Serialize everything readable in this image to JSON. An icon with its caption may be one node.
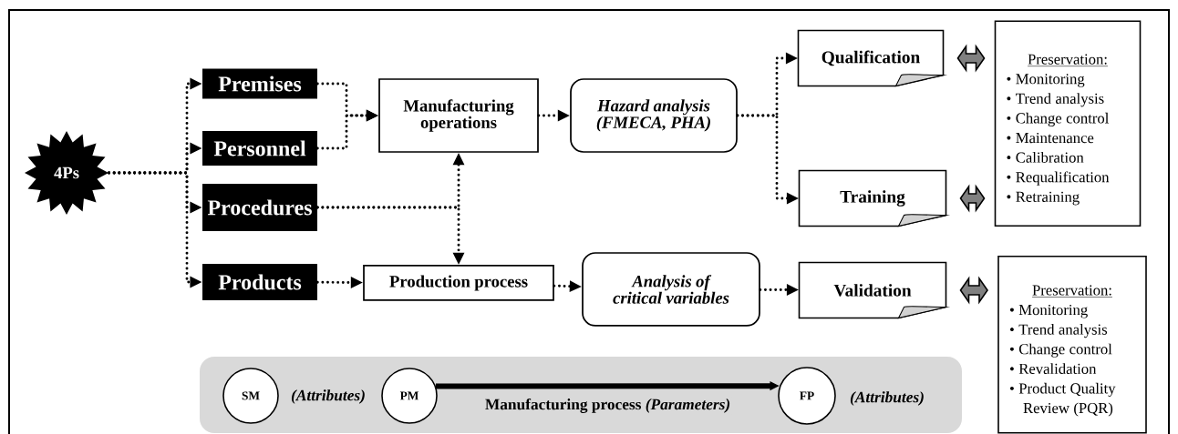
{
  "diagram": {
    "nodes": [
      {
        "text": [
          "4Ps"
        ]
      },
      {
        "text": [
          "Premises"
        ]
      },
      {
        "text": [
          "Personnel"
        ]
      },
      {
        "text": [
          "Procedures"
        ]
      },
      {
        "text": [
          "Products"
        ]
      },
      {
        "text": [
          "Manufacturing operations"
        ]
      },
      {
        "text": [
          "Hazard analysis (FMECA, PHA)"
        ]
      },
      {
        "text": [
          "Qualification"
        ]
      },
      {
        "text": [
          "Training"
        ]
      },
      {
        "text": [
          "Preservation:",
          "• Monitoring",
          "• Trend analysis",
          "• Change control",
          "• Maintenance",
          "• Calibration",
          "• Requalification",
          "• Retraining"
        ]
      },
      {
        "text": [
          "Production process"
        ]
      },
      {
        "text": [
          "Analysis of critical variables"
        ]
      },
      {
        "text": [
          "Validation"
        ]
      },
      {
        "text": [
          "Preservation:",
          "• Monitoring",
          "• Trend analysis",
          "• Change control",
          "• Revalidation",
          "• Product Quality Review (PQR)"
        ]
      },
      {
        "text": [],
        "shape": "box"
      },
      {
        "text": [
          "SM"
        ],
        "in": 14,
        "beside": [
          "(Attributes)"
        ]
      },
      {
        "text": [
          "PM"
        ],
        "in": 14
      },
      {
        "text": [
          "FP"
        ],
        "in": 14,
        "beside": [
          "(Attributes)"
        ]
      }
    ],
    "edges": [
      {
        "from": 0,
        "to": 1,
        "arrow": "to",
        "style": "dashed"
      },
      {
        "from": 0,
        "to": 2,
        "arrow": "to",
        "style": "dashed"
      },
      {
        "from": 0,
        "to": 3,
        "arrow": "to",
        "style": "dashed"
      },
      {
        "from": 0,
        "to": 4,
        "arrow": "to",
        "style": "dashed"
      },
      {
        "from": 1,
        "to": 5,
        "arrow": "to",
        "style": "dashed"
      },
      {
        "from": 2,
        "to": 5,
        "arrow": "to",
        "style": "dashed"
      },
      {
        "from": 3,
        "to": 5,
        "arrow": "to",
        "style": "dashed"
      },
      {
        "from": 3,
        "to": 10,
        "arrow": "to",
        "style": "dashed"
      },
      {
        "from": 4,
        "to": 10,
        "arrow": "to",
        "style": "dashed"
      },
      {
        "from": 5,
        "to": 6,
        "arrow": "to",
        "style": "dashed"
      },
      {
        "from": 6,
        "to": 7,
        "arrow": "to",
        "style": "dashed"
      },
      {
        "from": 6,
        "to": 8,
        "arrow": "to",
        "style": "dashed"
      },
      {
        "from": 10,
        "to": 11,
        "arrow": "to",
        "style": "dashed"
      },
      {
        "from": 11,
        "to": 12,
        "arrow": "to",
        "style": "dashed"
      },
      {
        "from": 7,
        "to": 9,
        "arrow": "both",
        "style": "thick",
        "color": "#808080"
      },
      {
        "from": 8,
        "to": 9,
        "arrow": "both",
        "style": "thick",
        "color": "#808080"
      },
      {
        "from": 12,
        "to": 13,
        "arrow": "both",
        "style": "thick",
        "color": "#808080"
      },
      {
        "from": 16,
        "to": 17,
        "arrow": "to",
        "style": "thick",
        "label": "Manufacturing process *(Parameters)*"
      }
    ]
  }
}
